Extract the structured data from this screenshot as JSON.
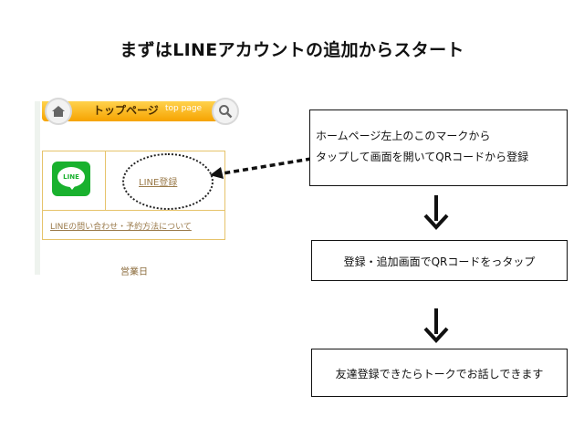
{
  "title": "まずはLINEアカウントの追加からスタート",
  "phone": {
    "header_title": "トップページ",
    "header_sub": "top page",
    "line_logo_text": "LINE",
    "line_register": "LINE登録",
    "line_info": "LINEの問い合わせ・予約方法について",
    "business_days": "営業日"
  },
  "steps": {
    "step1_line1": "ホームページ左上のこのマークから",
    "step1_line2": "タップして画面を開いてQRコードから登録",
    "step2": "登録・追加画面でQRコードをっタップ",
    "step3": "友達登録できたらトークでお話しできます"
  },
  "colors": {
    "header_orange": "#f6a300",
    "line_green": "#19b12e",
    "link_brown": "#9a7a4a"
  },
  "icons": [
    "home-icon",
    "search-icon",
    "line-logo-icon",
    "dashed-arrow-icon",
    "down-arrow-icon"
  ]
}
